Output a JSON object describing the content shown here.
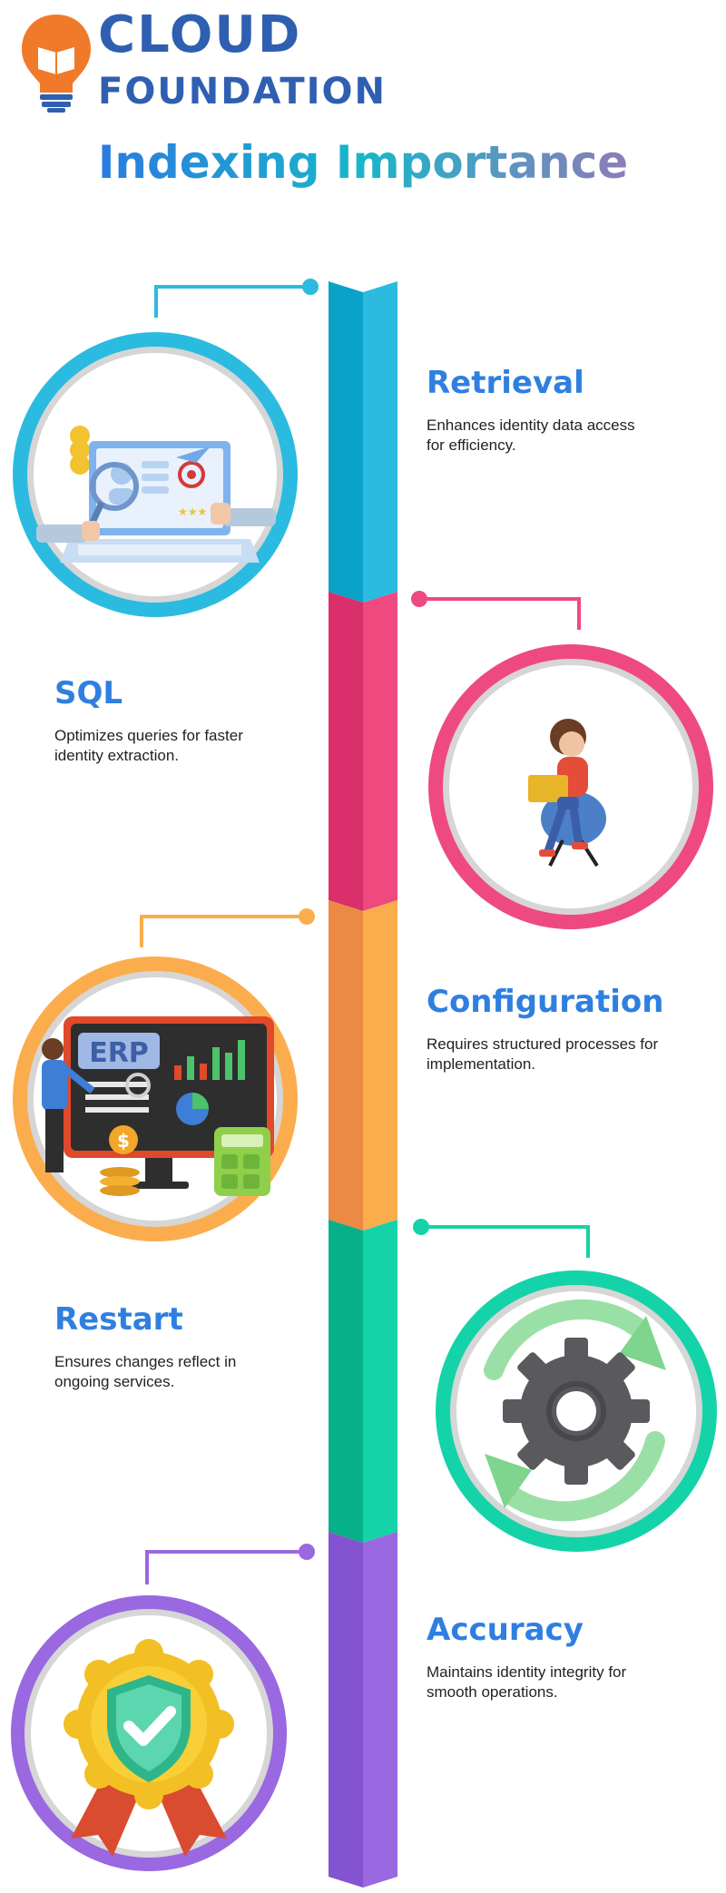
{
  "brand": {
    "line1": "CLOUD",
    "line2": "FOUNDATION"
  },
  "title": "Indexing Importance",
  "colors": {
    "brand_blue": "#2f5fb0",
    "brand_orange": "#f07a2a",
    "heading_blue": "#2f7fe0",
    "segment_blue": "#2bbbe0",
    "segment_pink": "#ee4a80",
    "segment_orange": "#fbad4e",
    "segment_green": "#14d3a9",
    "segment_purple": "#9a68e0"
  },
  "steps": [
    {
      "heading": "Retrieval",
      "description": "Enhances identity data access for efficiency.",
      "illustration": "laptop-id-search-icon"
    },
    {
      "heading": "SQL",
      "description": "Optimizes queries for faster identity extraction.",
      "illustration": "woman-with-laptop-icon"
    },
    {
      "heading": "Configuration",
      "description": "Requires structured processes for implementation.",
      "illustration": "erp-dashboard-icon",
      "erp_label": "ERP"
    },
    {
      "heading": "Restart",
      "description": "Ensures changes reflect in ongoing services.",
      "illustration": "gear-refresh-icon"
    },
    {
      "heading": "Accuracy",
      "description": "Maintains identity integrity for smooth operations.",
      "illustration": "shield-badge-icon"
    }
  ]
}
